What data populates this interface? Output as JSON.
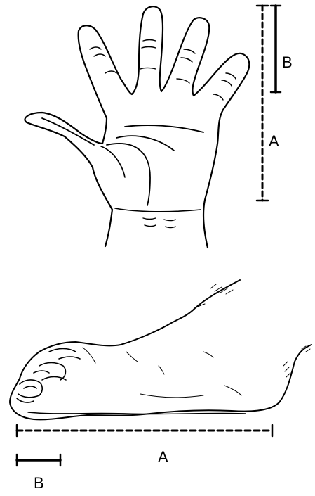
{
  "figure": {
    "hand": {
      "labels": {
        "full_length": "A",
        "finger_length": "B"
      }
    },
    "foot": {
      "labels": {
        "full_length": "A",
        "toe_length": "B"
      }
    }
  },
  "colors": {
    "ink": "#000000",
    "background": "#ffffff"
  }
}
